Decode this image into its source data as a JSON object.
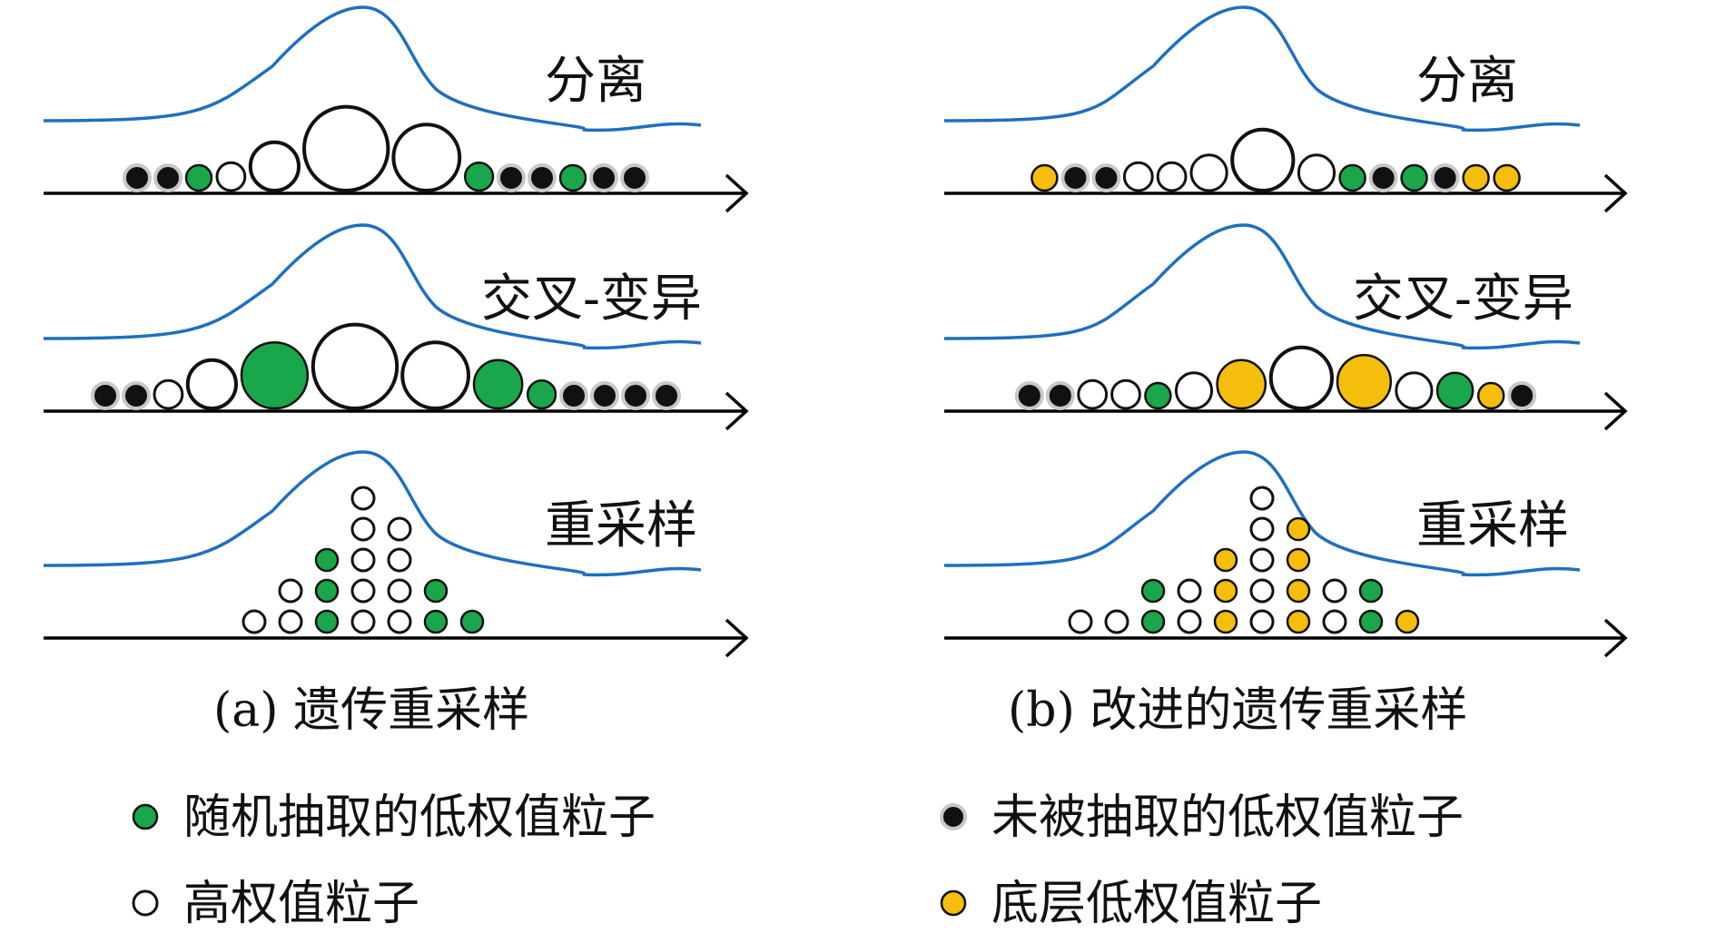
{
  "colors": {
    "curve": "#1f6fbf",
    "axis": "#000000",
    "green": "#1aa64a",
    "yellow": "#f5bd0c",
    "black": "#111111",
    "white": "#ffffff",
    "halo": "#c8c8c8"
  },
  "panels": [
    {
      "caption": "(a) 遗传重采样",
      "rows": [
        {
          "label": "分离",
          "particles": [
            {
              "k": "black",
              "s": 1
            },
            {
              "k": "black",
              "s": 1
            },
            {
              "k": "green",
              "s": 1
            },
            {
              "k": "white",
              "s": 1.1
            },
            {
              "k": "white",
              "s": 1.9
            },
            {
              "k": "white",
              "s": 3.3
            },
            {
              "k": "white",
              "s": 2.6
            },
            {
              "k": "green",
              "s": 1.1
            },
            {
              "k": "black",
              "s": 1
            },
            {
              "k": "black",
              "s": 1
            },
            {
              "k": "green",
              "s": 1
            },
            {
              "k": "black",
              "s": 1
            },
            {
              "k": "black",
              "s": 1
            }
          ]
        },
        {
          "label": "交叉-变异",
          "particles": [
            {
              "k": "black",
              "s": 1
            },
            {
              "k": "black",
              "s": 1
            },
            {
              "k": "white",
              "s": 1.1
            },
            {
              "k": "white",
              "s": 1.9
            },
            {
              "k": "green",
              "s": 2.6
            },
            {
              "k": "white",
              "s": 3.3
            },
            {
              "k": "white",
              "s": 2.6
            },
            {
              "k": "green",
              "s": 1.9
            },
            {
              "k": "green",
              "s": 1.1
            },
            {
              "k": "black",
              "s": 1
            },
            {
              "k": "black",
              "s": 1
            },
            {
              "k": "black",
              "s": 1
            },
            {
              "k": "black",
              "s": 1
            }
          ]
        },
        {
          "label": "重采样",
          "stacks": [
            {
              "x": 0,
              "cells": [
                "white"
              ]
            },
            {
              "x": 1,
              "cells": [
                "white",
                "white"
              ]
            },
            {
              "x": 2,
              "cells": [
                "green",
                "green",
                "green"
              ]
            },
            {
              "x": 3,
              "cells": [
                "white",
                "white",
                "white",
                "white",
                "white"
              ]
            },
            {
              "x": 4,
              "cells": [
                "white",
                "white",
                "white",
                "white"
              ]
            },
            {
              "x": 5,
              "cells": [
                "green",
                "green"
              ]
            },
            {
              "x": 6,
              "cells": [
                "green"
              ]
            }
          ]
        }
      ]
    },
    {
      "caption": "(b) 改进的遗传重采样",
      "rows": [
        {
          "label": "分离",
          "particles": [
            {
              "k": "yellow",
              "s": 1
            },
            {
              "k": "black",
              "s": 1
            },
            {
              "k": "black",
              "s": 1
            },
            {
              "k": "white",
              "s": 1.1
            },
            {
              "k": "white",
              "s": 1.1
            },
            {
              "k": "white",
              "s": 1.4
            },
            {
              "k": "white",
              "s": 2.4
            },
            {
              "k": "white",
              "s": 1.4
            },
            {
              "k": "green",
              "s": 1
            },
            {
              "k": "black",
              "s": 1
            },
            {
              "k": "green",
              "s": 1
            },
            {
              "k": "black",
              "s": 1
            },
            {
              "k": "yellow",
              "s": 1
            },
            {
              "k": "yellow",
              "s": 1
            }
          ]
        },
        {
          "label": "交叉-变异",
          "particles": [
            {
              "k": "black",
              "s": 1
            },
            {
              "k": "black",
              "s": 1
            },
            {
              "k": "white",
              "s": 1.1
            },
            {
              "k": "white",
              "s": 1.1
            },
            {
              "k": "green",
              "s": 1
            },
            {
              "k": "white",
              "s": 1.4
            },
            {
              "k": "yellow",
              "s": 1.9
            },
            {
              "k": "white",
              "s": 2.4
            },
            {
              "k": "yellow",
              "s": 2.1
            },
            {
              "k": "white",
              "s": 1.4
            },
            {
              "k": "green",
              "s": 1.4
            },
            {
              "k": "yellow",
              "s": 1
            },
            {
              "k": "black",
              "s": 1
            }
          ]
        },
        {
          "label": "重采样",
          "stacks": [
            {
              "x": 0,
              "cells": [
                "white"
              ]
            },
            {
              "x": 1,
              "cells": [
                "white"
              ]
            },
            {
              "x": 2,
              "cells": [
                "green",
                "green"
              ]
            },
            {
              "x": 3,
              "cells": [
                "white",
                "white"
              ]
            },
            {
              "x": 4,
              "cells": [
                "yellow",
                "yellow",
                "yellow"
              ]
            },
            {
              "x": 5,
              "cells": [
                "white",
                "white",
                "white",
                "white",
                "white"
              ]
            },
            {
              "x": 6,
              "cells": [
                "yellow",
                "yellow",
                "yellow",
                "yellow"
              ]
            },
            {
              "x": 7,
              "cells": [
                "white",
                "white"
              ]
            },
            {
              "x": 8,
              "cells": [
                "green",
                "green"
              ]
            },
            {
              "x": 9,
              "cells": [
                "yellow"
              ]
            }
          ]
        }
      ]
    }
  ],
  "legend": [
    {
      "kind": "green",
      "text": "随机抽取的低权值粒子"
    },
    {
      "kind": "white",
      "text": "高权值粒子"
    },
    {
      "kind": "black",
      "text": "未被抽取的低权值粒子"
    },
    {
      "kind": "yellow",
      "text": "底层低权值粒子"
    }
  ]
}
